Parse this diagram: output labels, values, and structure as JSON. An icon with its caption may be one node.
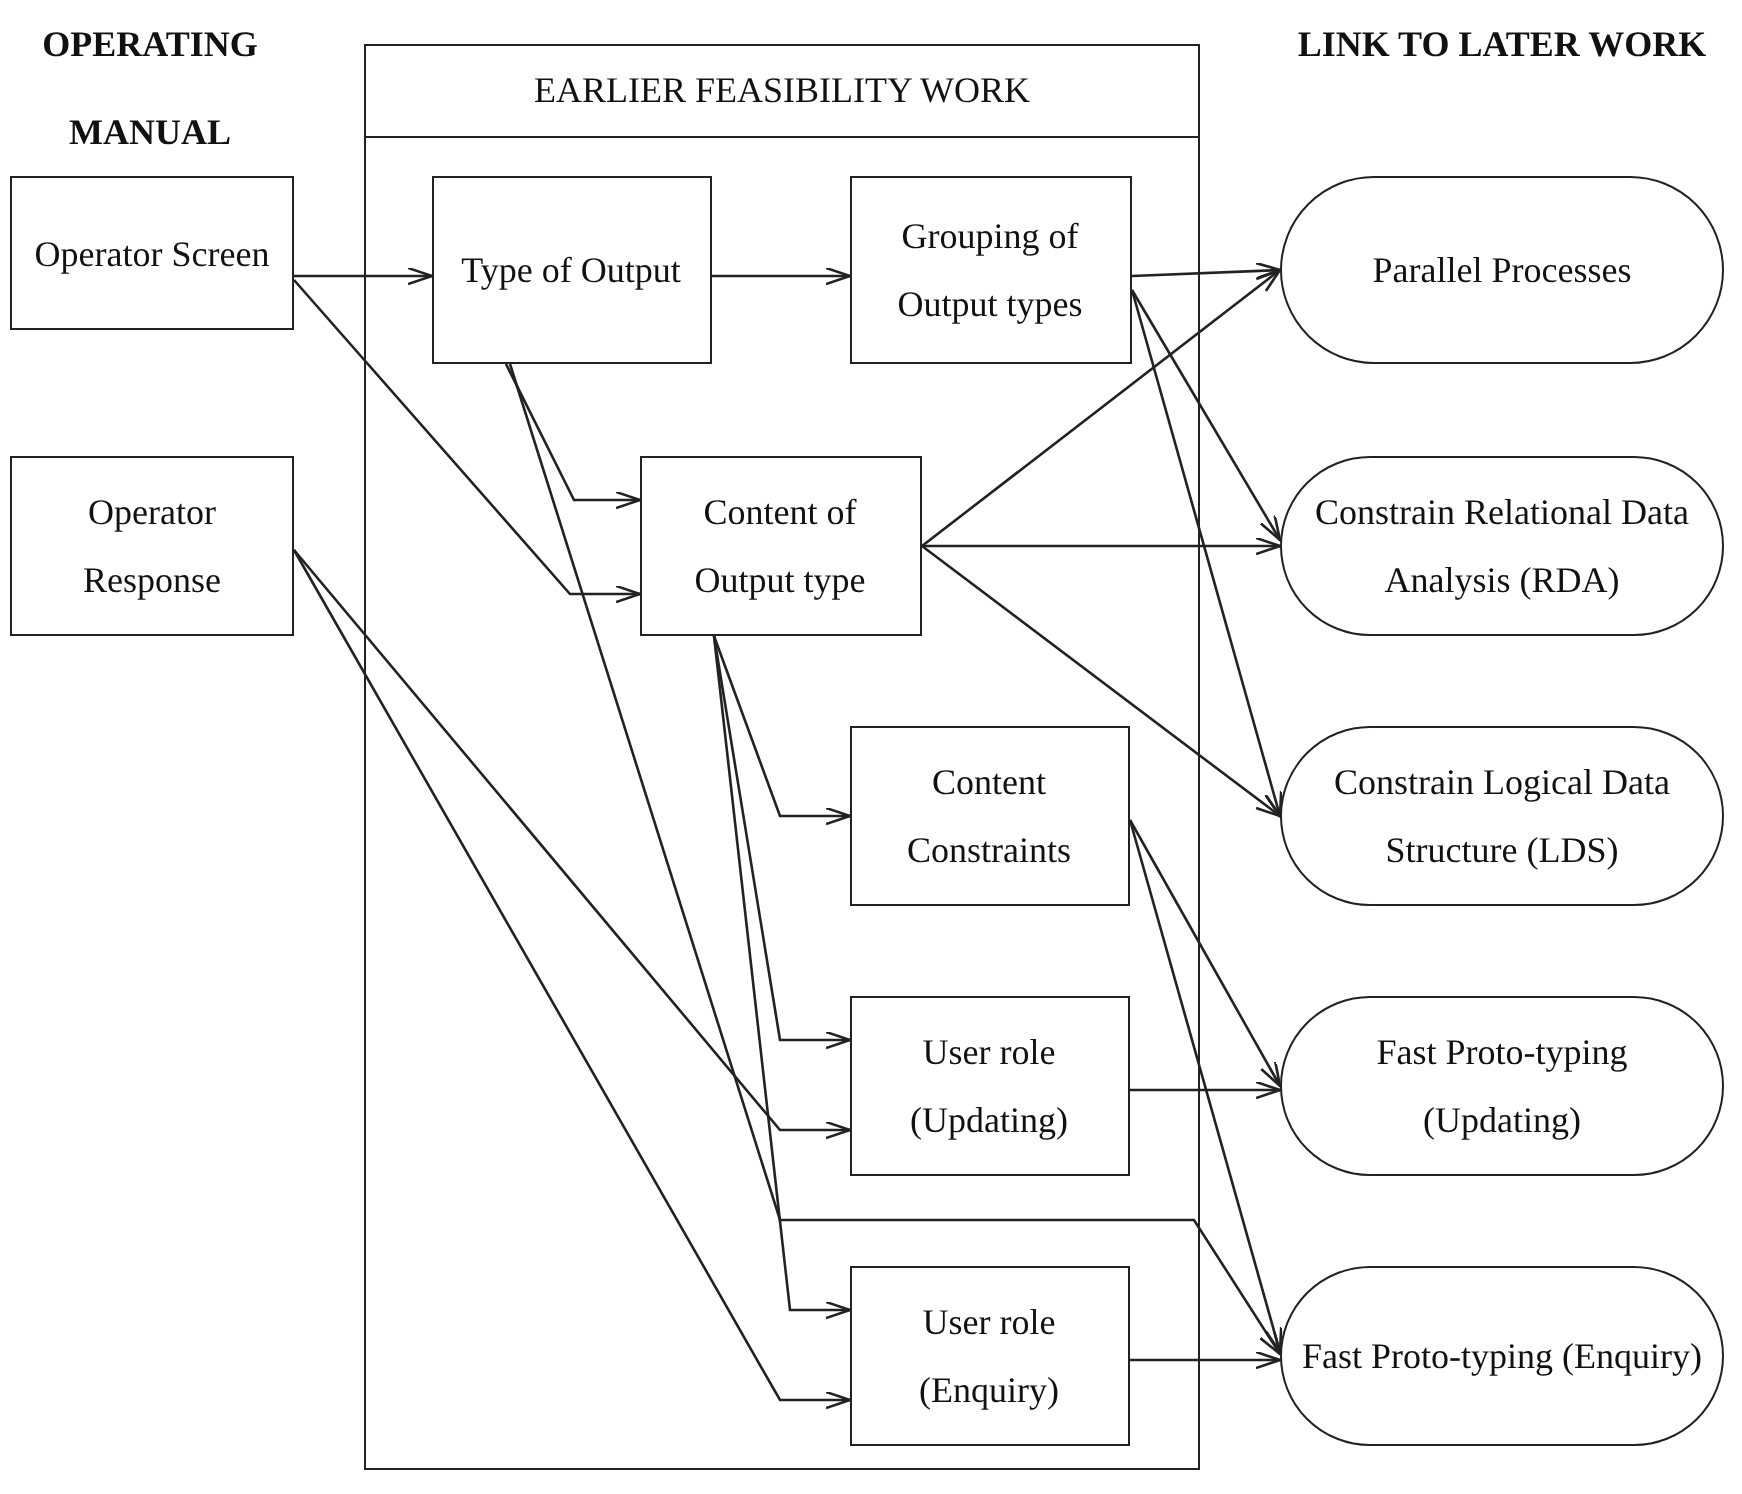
{
  "diagram": {
    "nodes": [
      {
        "text": [
          "Operator Screen"
        ]
      },
      {
        "text": [
          "Operator Response"
        ]
      },
      {
        "text": [
          "EARLIER FEASIBILITY WORK"
        ]
      },
      {
        "text": [
          "Type of Output"
        ],
        "in": 2
      },
      {
        "text": [
          "Grouping of Output types"
        ],
        "in": 2
      },
      {
        "text": [
          "Content of Output type"
        ],
        "in": 2
      },
      {
        "text": [
          "Content Constraints"
        ],
        "in": 2
      },
      {
        "text": [
          "User role (Updating)"
        ],
        "in": 2
      },
      {
        "text": [
          "User role (Enquiry)"
        ],
        "in": 2
      },
      {
        "text": [
          "Parallel Processes"
        ]
      },
      {
        "text": [
          "Constrain Relational Data Analysis (RDA)"
        ]
      },
      {
        "text": [
          "Constrain Logical Data Structure (LDS)"
        ]
      },
      {
        "text": [
          "Fast Proto-typing (Updating)"
        ]
      },
      {
        "text": [
          "Fast Proto-typing (Enquiry)"
        ]
      }
    ],
    "edges": [
      {
        "from": 0,
        "to": 3,
        "arrow": "to"
      },
      {
        "from": 0,
        "to": 5,
        "arrow": "to"
      },
      {
        "from": 3,
        "to": 4,
        "arrow": "to"
      },
      {
        "from": 3,
        "to": 5,
        "arrow": "to"
      },
      {
        "from": 3,
        "to": 13,
        "arrow": "to"
      },
      {
        "from": 4,
        "to": 9,
        "arrow": "to"
      },
      {
        "from": 4,
        "to": 10,
        "arrow": "to"
      },
      {
        "from": 4,
        "to": 11,
        "arrow": "to"
      },
      {
        "from": 5,
        "to": 9,
        "arrow": "to"
      },
      {
        "from": 5,
        "to": 10,
        "arrow": "to"
      },
      {
        "from": 5,
        "to": 11,
        "arrow": "to"
      },
      {
        "from": 5,
        "to": 6,
        "arrow": "to"
      },
      {
        "from": 5,
        "to": 7,
        "arrow": "to"
      },
      {
        "from": 5,
        "to": 8,
        "arrow": "to"
      },
      {
        "from": 1,
        "to": 7,
        "arrow": "to"
      },
      {
        "from": 1,
        "to": 8,
        "arrow": "to"
      },
      {
        "from": 6,
        "to": 12,
        "arrow": "to"
      },
      {
        "from": 6,
        "to": 13,
        "arrow": "to"
      },
      {
        "from": 7,
        "to": 12,
        "arrow": "to"
      },
      {
        "from": 8,
        "to": 13,
        "arrow": "to"
      }
    ],
    "labels": [
      "OPERATING MANUAL",
      "LINK TO LATER WORK"
    ]
  }
}
